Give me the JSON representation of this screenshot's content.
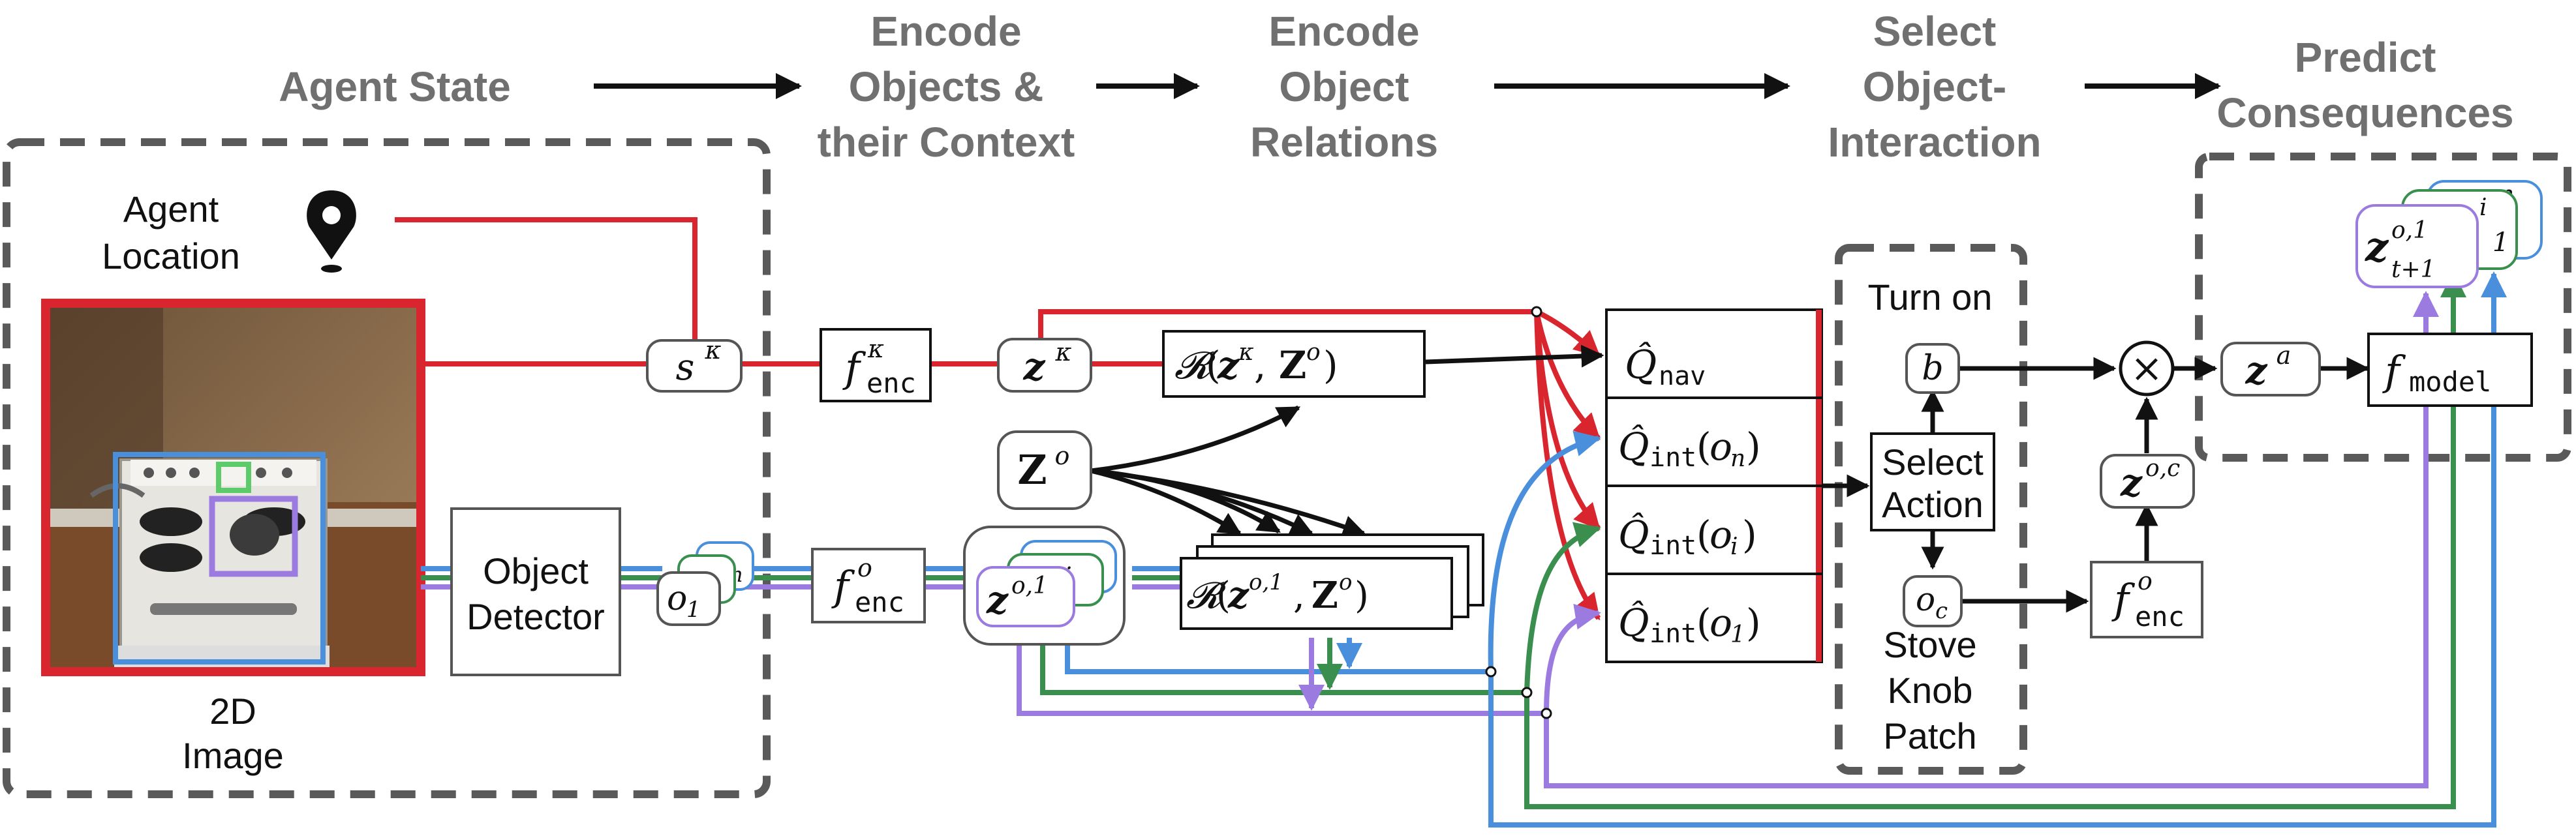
{
  "stages": [
    {
      "key": "agent_state",
      "lines": [
        "Agent State"
      ]
    },
    {
      "key": "encode_objects",
      "lines": [
        "Encode",
        "Objects  &",
        "their Context"
      ]
    },
    {
      "key": "encode_relations",
      "lines": [
        "Encode",
        "Object",
        "Relations"
      ]
    },
    {
      "key": "select_interaction",
      "lines": [
        "Select",
        "Object-",
        "Interaction"
      ]
    },
    {
      "key": "predict",
      "lines": [
        "Predict",
        "Consequences"
      ]
    }
  ],
  "labels": {
    "agent_location": [
      "Agent",
      "Location"
    ],
    "image_caption": [
      "2D",
      "Image"
    ],
    "object_detector": [
      "Object",
      "Detector"
    ],
    "turn_on": "Turn on",
    "select_action": [
      "Select",
      "Action"
    ],
    "stove_patch": [
      "Stove",
      "Knob",
      "Patch"
    ]
  },
  "math": {
    "s_kappa": "s",
    "s_kappa_sup": "κ",
    "f_enc": "f",
    "enc_sub": "enc",
    "z": "z",
    "kappa": "κ",
    "Z_o": "Z",
    "o": "o",
    "R": "𝓡",
    "o_n": "o",
    "o_i": "o",
    "o_1": "o",
    "n": "n",
    "i": "i",
    "one": "1",
    "Q_hat": "Q̂",
    "nav": "nav",
    "int": "int",
    "b": "b",
    "o_c": "o",
    "c": "c",
    "times": "×",
    "z_a_sup": "a",
    "z_oc_sup": "o,c",
    "f_model_sub": "model",
    "z_t1_sup": "o,1",
    "z_t1_sub": "t+1"
  },
  "colors": {
    "stage_text": "#707070",
    "red": "#d9262e",
    "blue": "#4a8fdc",
    "green": "#3a8f4f",
    "purple": "#9b7be0",
    "black": "#111111",
    "dashed_box": "#5a5a5a"
  },
  "icons": [
    "location-pin-icon",
    "stove-photo"
  ]
}
